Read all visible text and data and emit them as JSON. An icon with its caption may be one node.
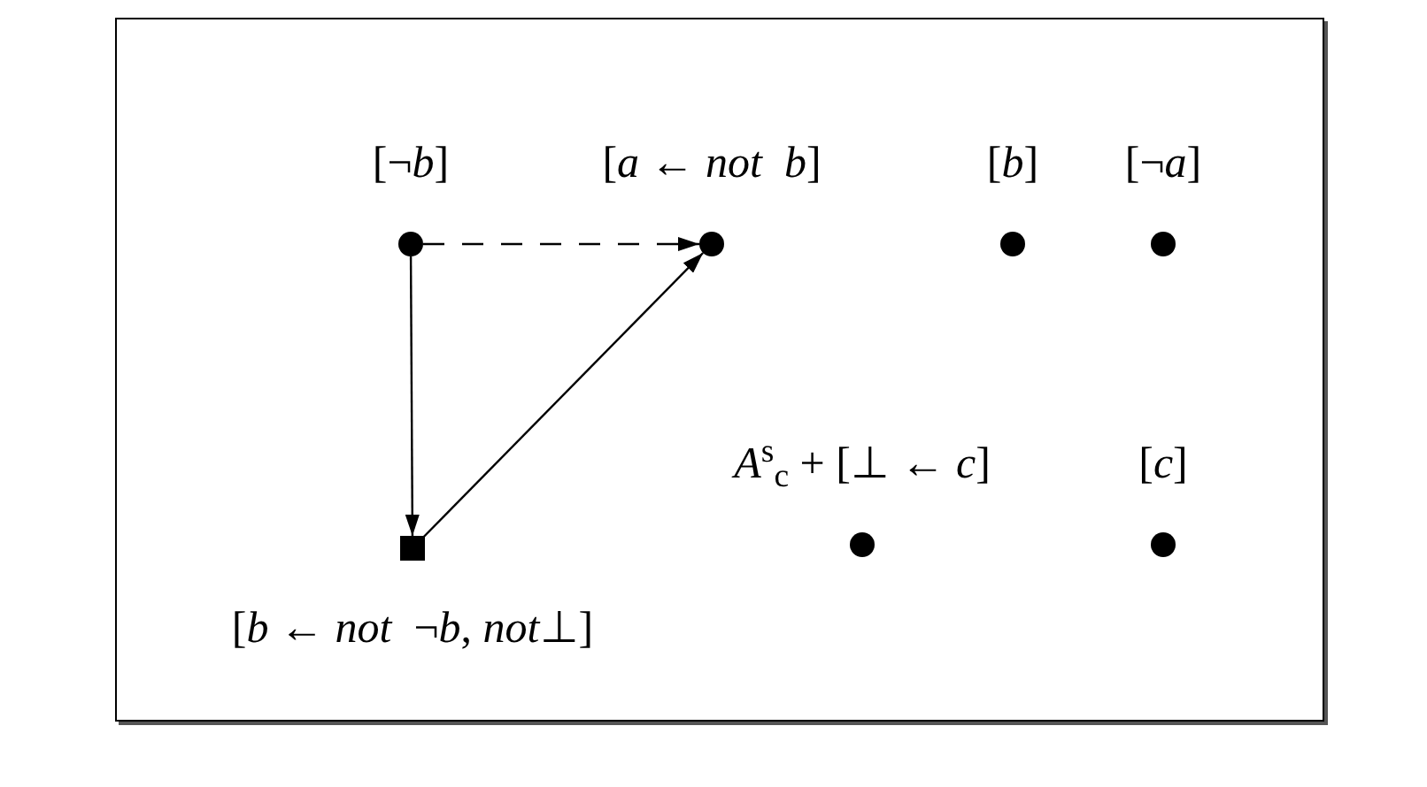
{
  "diagram": {
    "nodes": [
      {
        "text": [
          "[¬*b*]"
        ]
      },
      {
        "text": [
          "[*a* ← *not  b*]"
        ]
      },
      {
        "text": [
          "[*b*]"
        ]
      },
      {
        "text": [
          "[¬*a*]"
        ]
      },
      {
        "text": [
          "*A*$^{s}$$_{c}$ + [⊥ ← *c*]"
        ]
      },
      {
        "text": [
          "[*c*]"
        ]
      },
      {
        "text": [
          "[*b* ← *not*  ¬*b*, *not*⊥]"
        ]
      }
    ],
    "edges": [
      {
        "from": 0,
        "to": 1,
        "arrow": "to",
        "style": "dashed"
      },
      {
        "from": 0,
        "to": 6,
        "arrow": "to"
      },
      {
        "from": 6,
        "to": 1,
        "arrow": "to"
      }
    ]
  }
}
